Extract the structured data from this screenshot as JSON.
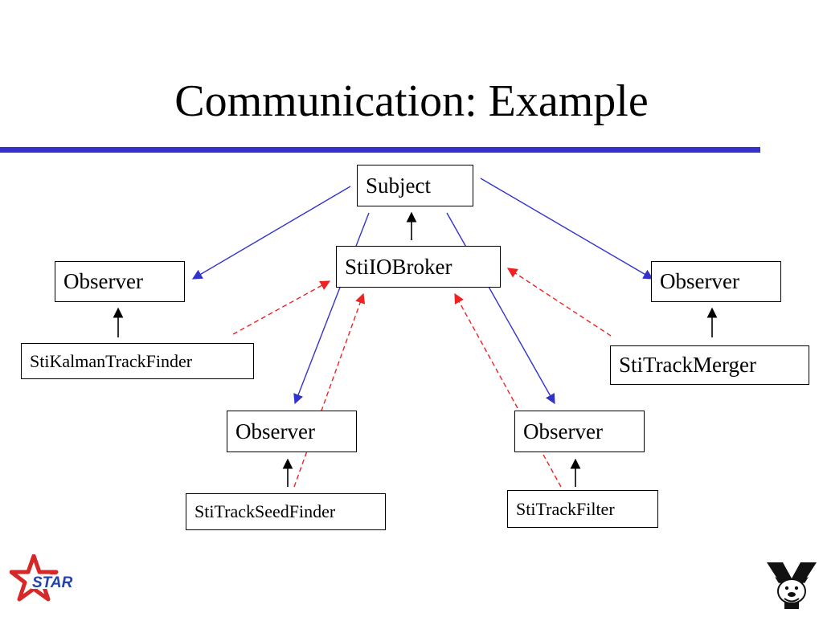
{
  "slide": {
    "title": "Communication: Example"
  },
  "nodes": {
    "subject": "Subject",
    "broker": "StiIOBroker",
    "observer_left": "Observer",
    "observer_right": "Observer",
    "observer_bottom_left": "Observer",
    "observer_bottom_right": "Observer",
    "kalman": "StiKalmanTrackFinder",
    "merger": "StiTrackMerger",
    "seed": "StiTrackSeedFinder",
    "filter": "StiTrackFilter"
  },
  "logos": {
    "left": {
      "text": "STAR",
      "icon": "star-logo-icon"
    },
    "right": {
      "icon": "yale-bulldog-logo-icon"
    }
  },
  "colors": {
    "rule": "#3333cc",
    "notify_arrow": "#3333cc",
    "register_arrow": "#ee2222",
    "inherit_arrow": "#000000"
  }
}
